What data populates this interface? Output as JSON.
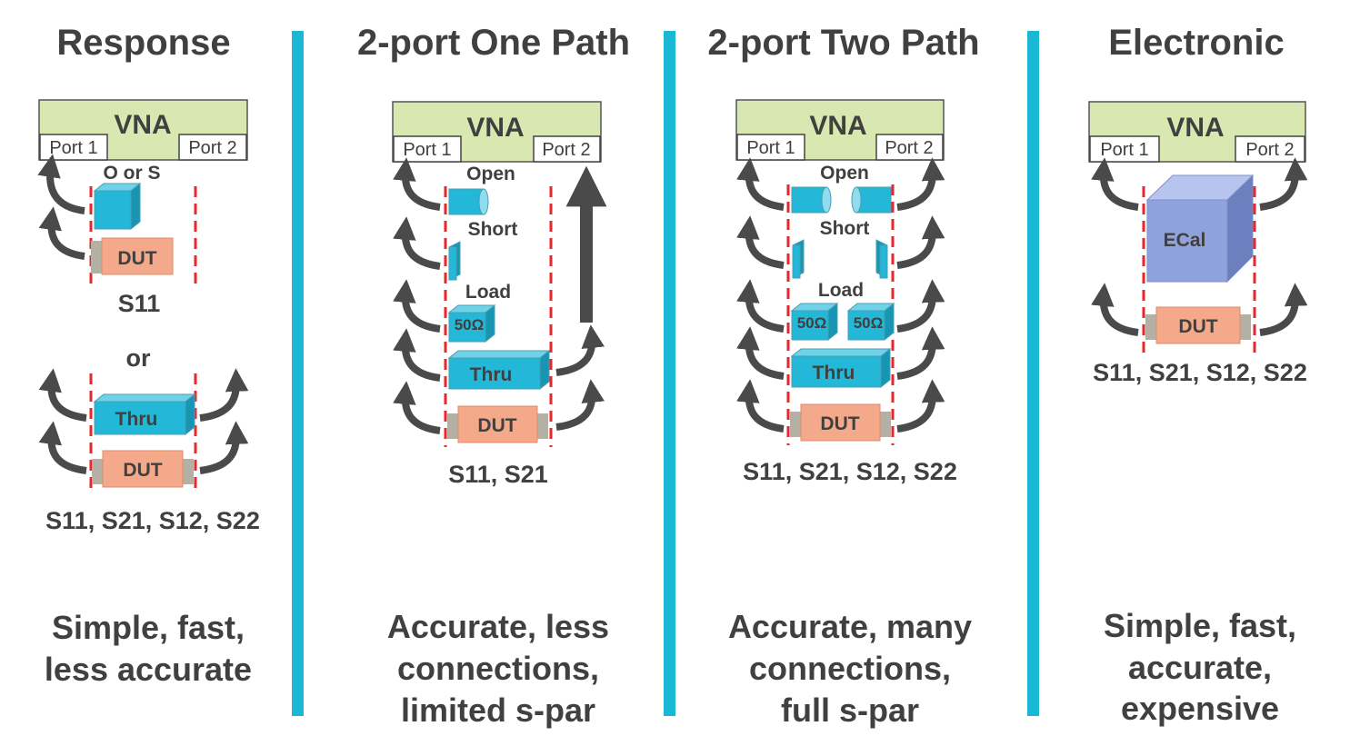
{
  "colors": {
    "divider": "#1bb8d6",
    "vna_fill": "#d9e8b0",
    "standard_cyan": "#23b7d8",
    "dut_salmon": "#f4a98a",
    "connector_grey": "#b4b1a4",
    "ecal_blue": "#8fa2dc",
    "arrow_dark": "#4a4a4a",
    "ref_plane_red": "#e8272d",
    "text_grey": "#404040"
  },
  "icons": [
    "curved-arrow-icon",
    "straight-up-arrow-icon",
    "cube-icon"
  ],
  "panels": [
    {
      "title": "Response",
      "vna": "VNA",
      "port1": "Port 1",
      "port2": "Port 2",
      "std_label": "O or S",
      "dut": "DUT",
      "s_first": "S11",
      "or": "or",
      "thru": "Thru",
      "dut2": "DUT",
      "s_second": "S11, S21, S12, S22",
      "summary": [
        "Simple, fast,",
        "less accurate"
      ]
    },
    {
      "title": "2-port One Path",
      "vna": "VNA",
      "port1": "Port 1",
      "port2": "Port 2",
      "open": "Open",
      "short": "Short",
      "load": "Load",
      "load_block": "50Ω",
      "thru": "Thru",
      "dut": "DUT",
      "sparams": "S11, S21",
      "summary": [
        "Accurate, less",
        "connections,",
        "limited s-par"
      ]
    },
    {
      "title": "2-port Two Path",
      "vna": "VNA",
      "port1": "Port 1",
      "port2": "Port 2",
      "open": "Open",
      "short": "Short",
      "load": "Load",
      "load_block_left": "50Ω",
      "load_block_right": "50Ω",
      "thru": "Thru",
      "dut": "DUT",
      "sparams": "S11, S21, S12, S22",
      "summary": [
        "Accurate, many",
        "connections,",
        "full s-par"
      ]
    },
    {
      "title": "Electronic",
      "vna": "VNA",
      "port1": "Port 1",
      "port2": "Port 2",
      "ecal": "ECal",
      "dut": "DUT",
      "sparams": "S11, S21, S12, S22",
      "summary": [
        "Simple, fast,",
        "accurate,",
        "expensive"
      ]
    }
  ]
}
